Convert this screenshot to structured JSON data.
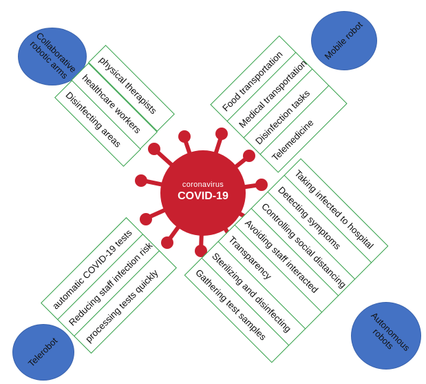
{
  "center": {
    "line1": "coronavirus",
    "line2": "COVID-19",
    "color": "#c8202f"
  },
  "quadrants": {
    "collaborative": {
      "title": "Collaborative\nrobotic arms",
      "items": [
        "physical therapists",
        "healthcare workers",
        "Disinfecting areas"
      ]
    },
    "mobile": {
      "title": "Mobile robot",
      "items": [
        "Food transportation",
        "Medical transportation",
        "Disinfection tasks",
        "Telemedicine"
      ]
    },
    "telerobot": {
      "title": "Telerobot",
      "items": [
        "automatic COVID-19 tests",
        "Reducing  staff infection risk",
        "processing tests quickly"
      ]
    },
    "autonomous": {
      "title": "Autonomous\nrobots",
      "items": [
        "Taking infected to hospital",
        "Detecting symptoms",
        "Controlling social distancing",
        "Avoiding staff interacted",
        "Transparency",
        "Sterilizing and disinfecting",
        "Gathering test samples"
      ]
    }
  },
  "colors": {
    "ellipse_fill": "#4472c4",
    "box_border": "#2e9e44",
    "virus": "#c8202f"
  }
}
